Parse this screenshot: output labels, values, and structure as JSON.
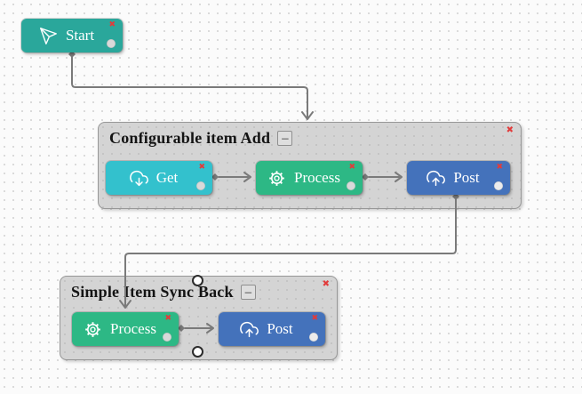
{
  "glyphs": {
    "close": "✖",
    "collapse": "−"
  },
  "colors": {
    "start_node": "#2aa79b",
    "get_node": "#33c1cd",
    "process_node": "#2db885",
    "post_node": "#4472bb",
    "group_bg": "#d4d4d4",
    "edge": "#7a7a7a",
    "close_x": "#e23b3b"
  },
  "start_node": {
    "label": "Start",
    "icon": "paper-plane-icon"
  },
  "groups": [
    {
      "title": "Configurable item Add",
      "nodes": [
        {
          "label": "Get",
          "icon": "cloud-download-icon"
        },
        {
          "label": "Process",
          "icon": "gear-icon"
        },
        {
          "label": "Post",
          "icon": "cloud-upload-icon"
        }
      ]
    },
    {
      "title": "Simple Item Sync Back",
      "nodes": [
        {
          "label": "Process",
          "icon": "gear-icon"
        },
        {
          "label": "Post",
          "icon": "cloud-upload-icon"
        }
      ]
    }
  ],
  "edges": [
    {
      "from": "start",
      "to": "group-configurable-item-add"
    },
    {
      "from": "get",
      "to": "process-1"
    },
    {
      "from": "process-1",
      "to": "post-1"
    },
    {
      "from": "post-1",
      "to": "process-2"
    },
    {
      "from": "process-2",
      "to": "post-2"
    }
  ]
}
